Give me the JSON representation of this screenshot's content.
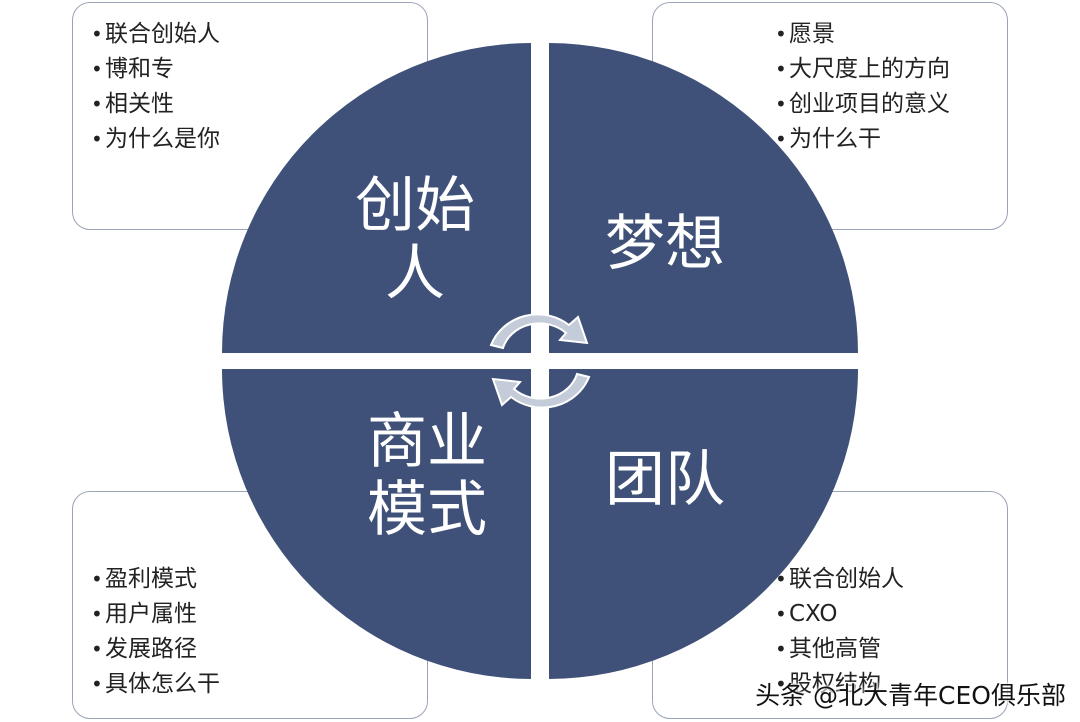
{
  "quadrants": {
    "founder": {
      "title": "创始人",
      "items": [
        "联合创始人",
        "博和专",
        "相关性",
        "为什么是你"
      ]
    },
    "dream": {
      "title": "梦想",
      "items": [
        "愿景",
        "大尺度上的方向",
        "创业项目的意义",
        "为什么干"
      ]
    },
    "business_model": {
      "title": "商业模式",
      "items": [
        "盈利模式",
        "用户属性",
        "发展路径",
        "具体怎么干"
      ]
    },
    "team": {
      "title": "团队",
      "items": [
        "联合创始人",
        "CXO",
        "其他高管",
        "股权结构"
      ]
    }
  },
  "bullet": "•",
  "watermark": "头条 @北大青年CEO俱乐部",
  "colors": {
    "quadrant_fill": "#3f5178",
    "card_border": "#9aa3b8",
    "arrow_fill": "#c4ccd9"
  },
  "icons": [
    "cycle-arrows-icon"
  ]
}
